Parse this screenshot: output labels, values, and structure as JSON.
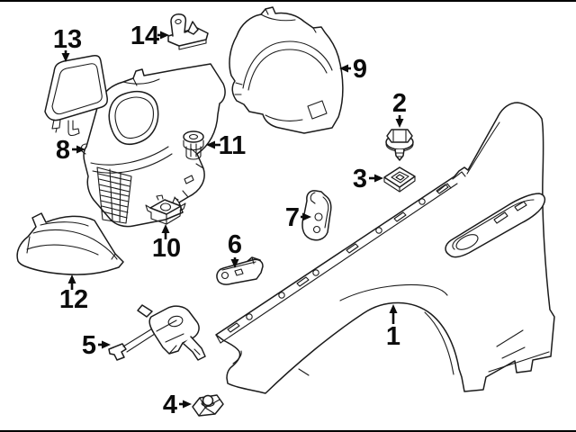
{
  "diagram": {
    "background_color": "#ffffff",
    "line_color": "#1b1b1b",
    "label_color": "#0c0c0c",
    "frame_bar_color": "#000000",
    "callouts": [
      {
        "label": "1",
        "arrow": "up"
      },
      {
        "label": "2",
        "arrow": "down"
      },
      {
        "label": "3",
        "arrow": "right"
      },
      {
        "label": "4",
        "arrow": "right"
      },
      {
        "label": "5",
        "arrow": "right"
      },
      {
        "label": "6",
        "arrow": "down"
      },
      {
        "label": "7",
        "arrow": "right"
      },
      {
        "label": "8",
        "arrow": "right"
      },
      {
        "label": "9",
        "arrow": "left"
      },
      {
        "label": "10",
        "arrow": "up"
      },
      {
        "label": "11",
        "arrow": "left"
      },
      {
        "label": "12",
        "arrow": "up"
      },
      {
        "label": "13",
        "arrow": "down"
      },
      {
        "label": "14",
        "arrow": "right"
      }
    ]
  }
}
